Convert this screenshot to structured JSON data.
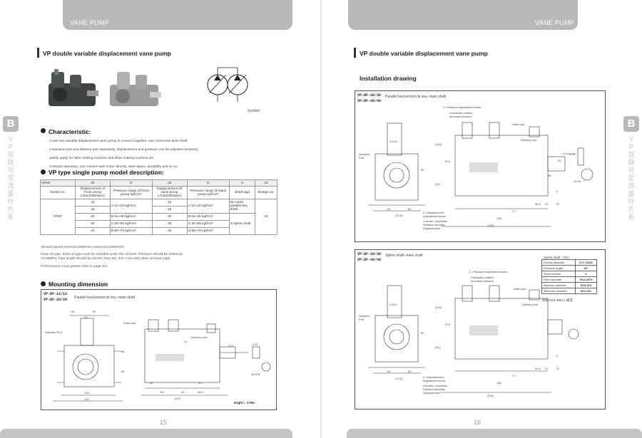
{
  "header": {
    "left_tab": "VANE PUMP",
    "right_tab": "VANE PUMP"
  },
  "side_tab": {
    "letter": "B",
    "text": "VP双联可变流量叶片系"
  },
  "left_page": {
    "section_title": "VP double variable displacement vane pump",
    "symbol_label": "Symbol",
    "characteristic": {
      "title": "Characteristic:",
      "items": [
        "1.Use two variable displacement vane pump to connect together, use communal drive shaft.",
        "2.Sauction port and delivery port separately, displacement and pressure can be adjusted randomly,",
        "widely apply for lathe making machine and shoe making machine,etc.",
        "3.Simple operation, can connect with motor directly, save space, durability and so on."
      ]
    },
    "model": {
      "title": "VP type single pump model description:",
      "codes": [
        "VPDF",
        "20",
        "D",
        "20",
        "D",
        "S",
        "20"
      ],
      "headers": [
        "Series no.",
        "Displacement of Front pump L/min(1800rpm)",
        "Pressure range Of front pump kgf/cm²",
        "Displacement Of back pump L/min(1800rpm)",
        "Pressure range Of back pump kgf/cm²",
        "Shaft sign",
        "Design no."
      ],
      "series": "VPDF",
      "front_disp": [
        "12",
        "15",
        "20",
        "30",
        "40"
      ],
      "front_pressure": [
        "A:10~20 kgf/cm²",
        "B:15~35 kgf/cm²",
        "C:30~55 kgf/cm²",
        "D:50~70 kgf/cm²"
      ],
      "back_disp": [
        "12",
        "15",
        "20",
        "30",
        "40"
      ],
      "back_pressure": [
        "A:10~20 kgf/cm²",
        "B:15~35 kgf/cm²",
        "C:30~55 kgf/cm²",
        "D:50~70 kgf/cm²"
      ],
      "shaft_sign": [
        "No mark: parallel key shaft",
        "S:spline shaft"
      ],
      "design_no": "20"
    },
    "notes": [
      "Allowed speed:minimum:800r/min;maximum:1800r/min",
      "Drain oil pipe: drain oil pipe must be installed under the oil level. Pressure should be setted as",
      "<0.06MPa; Pipe length should be shorter than 1M, don’ t mix with other oil return pipe.",
      "Performance curve,please refer to page 3rd"
    ],
    "mounting": {
      "title": "Mounting dimension",
      "codes": [
        "VP-DF-12/12",
        "VP-DF-20/20"
      ],
      "caption": "Parallel key/semicircle key--main shaft",
      "labels": {
        "suction": "Sauction Port",
        "drain": "Drain port",
        "delivery": "Delivery port",
        "weight": "Wight：17KG"
      },
      "dims": [
        "50",
        "50",
        "26",
        "66",
        "52",
        "103",
        "126",
        "21",
        "31",
        "69",
        "45",
        "36.5",
        "(197)",
        "4.5",
        "3.97",
        "15.875",
        "17.7"
      ]
    },
    "page_number": "15"
  },
  "right_page": {
    "section_title": "VP double variable displacement vane pump",
    "install_title": "Installation drawing",
    "drawing1": {
      "codes": [
        "VP-DF-30/30",
        "VP-DF-40/40"
      ],
      "caption": "Parallel key/semicircle key--main shaft",
      "labels": {
        "pressure": "2--Pressure adjustment screw",
        "rotation": "Clockwise rotation increase pressure",
        "drain": "Drain port",
        "delivery": "Delivery port",
        "suction": "Sauction Port",
        "displacement": "2--Displacement Adjustment screw",
        "counter": "Counter--clockwise Rotation increase Displacement"
      },
      "dims": [
        "4-Φ11",
        "(142)",
        "75.5",
        "(91)",
        "90",
        "60",
        "60",
        "(72.5)",
        "136",
        "(232)",
        "77",
        "36.5",
        "22",
        "37",
        "25",
        "4",
        "4.76",
        "19.05",
        "95"
      ]
    },
    "drawing2": {
      "codes": [
        "VP-DF-30/30",
        "VP-DF-40/40"
      ],
      "caption": "Spline shaft--main shaft",
      "labels": {
        "pressure": "2--Pressure adjustment screw",
        "rotation": "Clockwise rotation increase pressure",
        "drain": "Drain port",
        "delivery": "Delivery port",
        "suction": "Sauction Port",
        "displacement": "2--Displacement Adjustment screw",
        "counter": "Counter--clockwise Rotation increase Displacement"
      },
      "dims": [
        "4-Φ11",
        "(142)",
        "75.5",
        "(91)",
        "90",
        "60",
        "60",
        "(72.5)",
        "136",
        "(232)",
        "77",
        "36.5",
        "22",
        "37",
        "4"
      ]
    },
    "spline": {
      "title": "Spline shaft（JIS）",
      "rows": [
        {
          "k": "Double diameter",
          "v": "D P. 16/32"
        },
        {
          "k": "Pressure angle",
          "v": "30°"
        },
        {
          "k": "Teeth number",
          "v": "9"
        },
        {
          "k": "Pitch diameter",
          "v": "Φ14.2875"
        },
        {
          "k": "Maxmun diameter",
          "v": "Φ15.875"
        },
        {
          "k": "Minimum diameter",
          "v": "Φ11.811"
        }
      ],
      "note": "依照ANSI B92.1 规范"
    },
    "page_number": "16"
  },
  "colors": {
    "header_gray": "#b9b9b9",
    "text": "#222222",
    "metal": "#8f8f8f"
  }
}
